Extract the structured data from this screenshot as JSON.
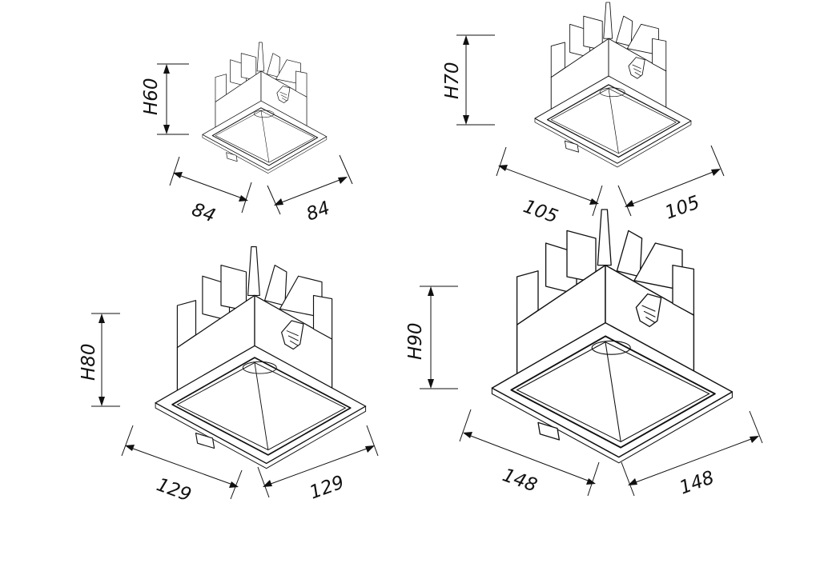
{
  "fixtures": [
    {
      "id": "small",
      "height_label": "H60",
      "width_label": "84",
      "depth_label": "84"
    },
    {
      "id": "medium",
      "height_label": "H70",
      "width_label": "105",
      "depth_label": "105"
    },
    {
      "id": "large",
      "height_label": "H80",
      "width_label": "129",
      "depth_label": "129"
    },
    {
      "id": "xlarge",
      "height_label": "H90",
      "width_label": "148",
      "depth_label": "148"
    }
  ]
}
